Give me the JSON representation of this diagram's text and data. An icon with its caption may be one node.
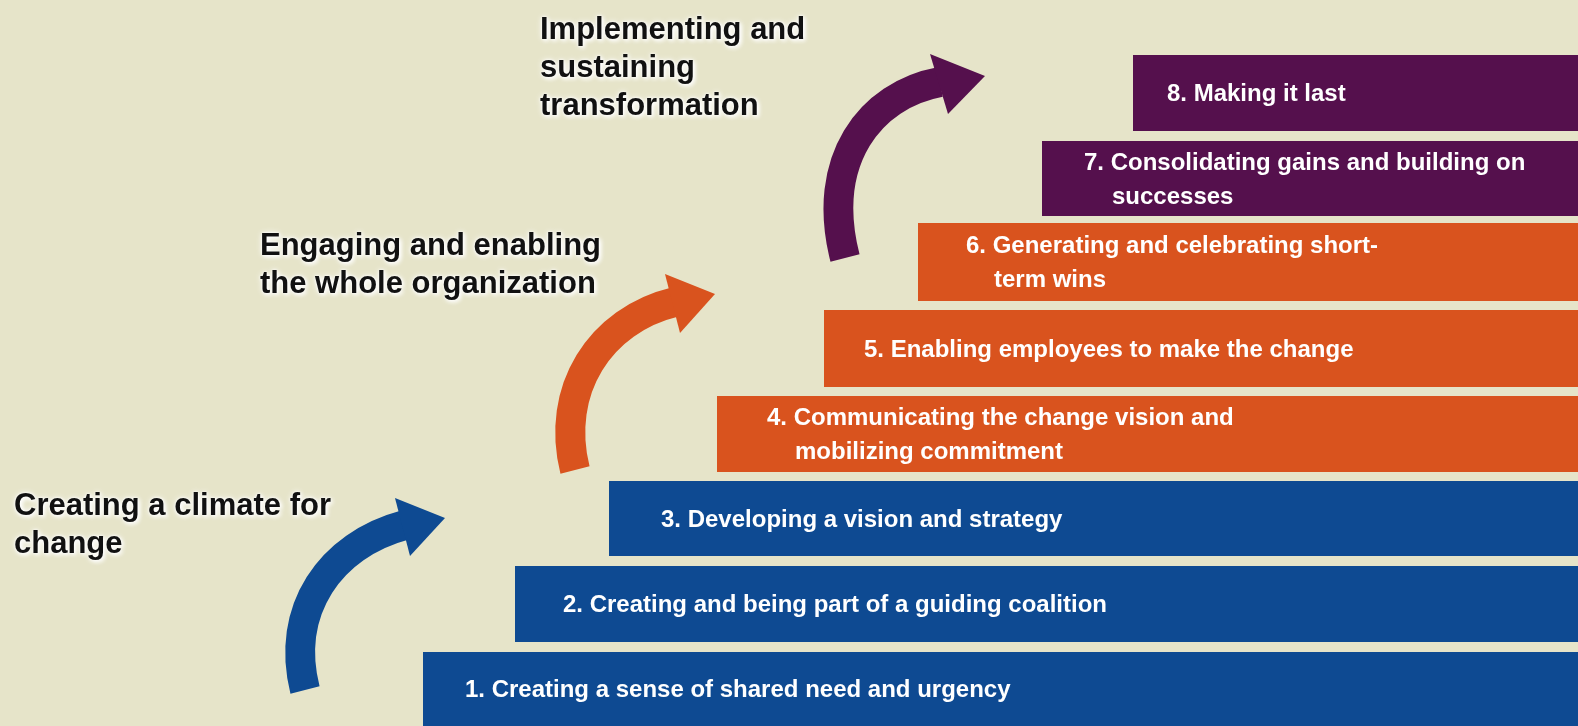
{
  "diagram": {
    "nodes": [
      {
        "text": [
          "8. Making it last"
        ]
      },
      {
        "text": [
          "7. Consolidating gains and building on successes"
        ]
      },
      {
        "text": [
          "6. Generating and celebrating short-term wins"
        ]
      },
      {
        "text": [
          "5. Enabling employees to make the change"
        ]
      },
      {
        "text": [
          "4. Communicating the change vision and mobilizing commitment"
        ]
      },
      {
        "text": [
          "3. Developing a vision and strategy"
        ]
      },
      {
        "text": [
          "2. Creating and being part of a guiding coalition"
        ]
      },
      {
        "text": [
          "1. Creating a sense of shared need and urgency"
        ]
      }
    ],
    "labels": [
      "Implementing and sustaining transformation",
      "Engaging and enabling the whole organization",
      "Creating a climate for change"
    ]
  }
}
